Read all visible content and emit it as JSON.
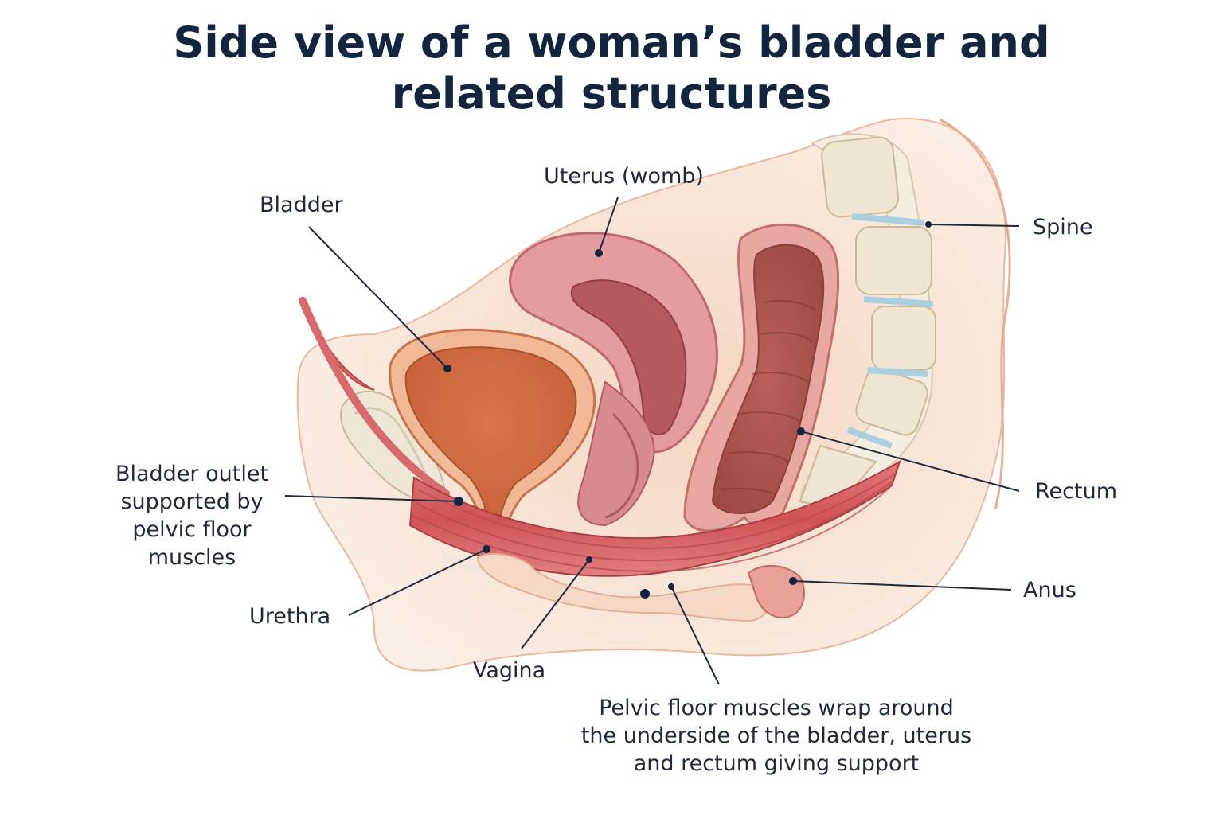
{
  "title": {
    "line1": "Side view of a woman’s bladder and",
    "line2": "related structures"
  },
  "labels": {
    "uterus": "Uterus (womb)",
    "bladder": "Bladder",
    "spine": "Spine",
    "rectum": "Rectum",
    "anus": "Anus",
    "outlet": [
      "Bladder outlet",
      "supported by",
      "pelvic floor",
      "muscles"
    ],
    "urethra": "Urethra",
    "vagina": "Vagina",
    "pelvic_floor": [
      "Pelvic floor muscles wrap around",
      "the underside of the bladder, uterus",
      "and rectum giving support"
    ]
  },
  "colors": {
    "title": "#13243f",
    "bladder": "#e0865a",
    "uterus": "#e08a90",
    "rectum": "#c0645f",
    "muscle": "#d4585a",
    "bone": "#efe7d6",
    "skin": "#f6dccb"
  }
}
